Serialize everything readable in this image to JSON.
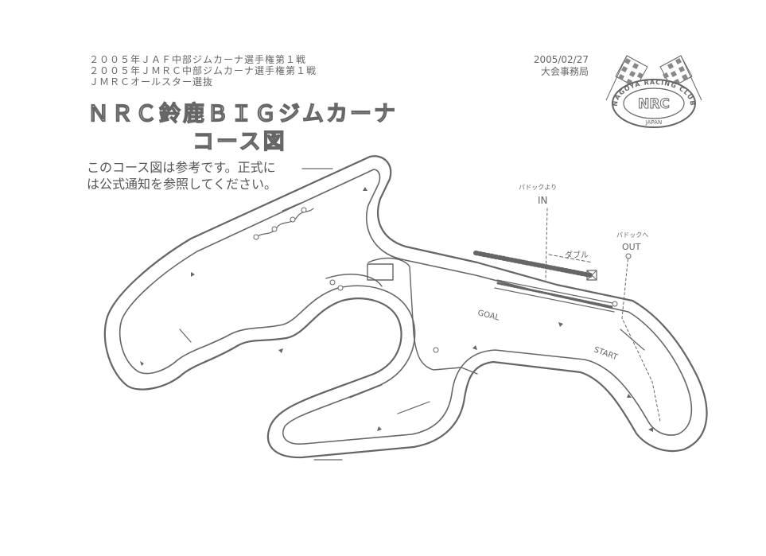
{
  "header": {
    "lines": [
      "２００５年ＪＡＦ中部ジムカーナ選手権第１戦",
      "２００５年ＪＭＲＣ中部ジムカーナ選手権第１戦",
      "ＪＭＲＣオールスター選抜"
    ],
    "date": "2005/02/27",
    "office": "大会事務局"
  },
  "title": "ＮＲＣ鈴鹿ＢＩＧジムカーナ",
  "subtitle": "コース図",
  "note": {
    "line1": "このコース図は参考です。正式に",
    "line2": "は公式通知を参照してください。"
  },
  "logo": {
    "ring_text": "NAGOYA RACING CLUB",
    "center_text": "NRC",
    "bottom_text": "JAPAN"
  },
  "map_labels": {
    "paddock_in_small": "パドックより",
    "paddock_in": "IN",
    "double": "ダブル",
    "paddock_out_small": "パドックへ",
    "paddock_out": "OUT",
    "goal": "GOAL",
    "start": "START"
  },
  "colors": {
    "ink": "#666666",
    "paper": "#ffffff"
  }
}
